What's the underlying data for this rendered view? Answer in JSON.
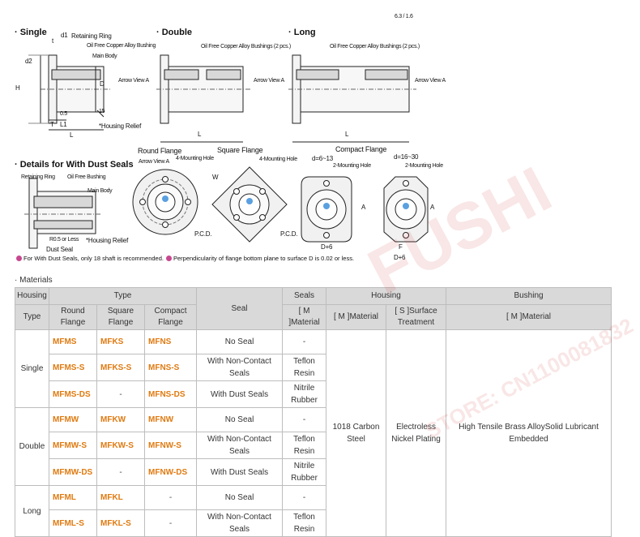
{
  "finish_mark": "6.3 / 1.6",
  "diagrams": {
    "single": {
      "title": "· Single",
      "labels": {
        "d1": "d1",
        "t": "t",
        "retaining_ring": "Retaining Ring",
        "oil_free_bushing": "Oil Free Copper Alloy Bushing",
        "main_body": "Main Body",
        "d2": "d2",
        "H": "H",
        "D": "D",
        "arrow_view_a": "Arrow View A",
        "T": "T",
        "L1": "L1",
        "L": "L",
        "housing_relief": "*Housing Relief",
        "r05": "0.5",
        "l15": "15"
      }
    },
    "double": {
      "title": "· Double",
      "labels": {
        "oil_free_bushings": "Oil Free Copper Alloy Bushings (2 pcs.)",
        "arrow_view_a": "Arrow View A",
        "L": "L"
      }
    },
    "long": {
      "title": "· Long",
      "labels": {
        "oil_free_bushings": "Oil Free Copper Alloy Bushings (2 pcs.)",
        "arrow_view_a": "Arrow View A",
        "L": "L"
      }
    },
    "dust_seal": {
      "title": "· Details for With Dust Seals",
      "labels": {
        "retaining_ring": "Retaining Ring",
        "oil_free_bushing": "Oil Free Bushing",
        "main_body": "Main Body",
        "r05": "R0.5 or Less",
        "dust_seal": "Dust Seal",
        "housing_relief": "*Housing Relief"
      }
    },
    "round_flange": {
      "title": "Round Flange",
      "arrow_view_a": "Arrow View A",
      "mounting_hole": "4-Mounting Hole",
      "pcd": "P.C.D."
    },
    "square_flange": {
      "title": "Square Flange",
      "mounting_hole": "4-Mounting Hole",
      "W": "W",
      "pcd": "P.C.D."
    },
    "compact_flange": {
      "title": "Compact Flange",
      "d_small": "d=6~13",
      "d_large": "d=16~30",
      "mounting_hole": "2-Mounting Hole",
      "A": "A",
      "D6": "D+6",
      "F": "F",
      "D6b": "D+6"
    },
    "notes": {
      "dust_note": "For With Dust Seals, only 18 shaft is recommended.",
      "perp_note": "Perpendicularity of flange bottom plane to surface D is 0.02 or less."
    }
  },
  "materials": {
    "heading": "· Materials",
    "headers": {
      "housing_type": "Housing",
      "type_group": "Type",
      "seals_group": "Seals",
      "housing_group": "Housing",
      "bushing_group": "Bushing",
      "type_sub": "Type",
      "round": "Round Flange",
      "square": "Square Flange",
      "compact": "Compact Flange",
      "seal": "Seal",
      "seal_material": "[ M ]Material",
      "housing_material": "[ M ]Material",
      "surface": "[ S ]Surface Treatment",
      "bushing_material": "[ M ]Material"
    },
    "groups": [
      {
        "type": "Single",
        "rows": [
          {
            "round": "MFMS",
            "square": "MFKS",
            "compact": "MFNS",
            "seal": "No Seal",
            "seal_mat": "-"
          },
          {
            "round": "MFMS-S",
            "square": "MFKS-S",
            "compact": "MFNS-S",
            "seal": "With Non-Contact Seals",
            "seal_mat": "Teflon Resin"
          },
          {
            "round": "MFMS-DS",
            "square": "-",
            "compact": "MFNS-DS",
            "seal": "With Dust Seals",
            "seal_mat": "Nitrile Rubber"
          }
        ]
      },
      {
        "type": "Double",
        "rows": [
          {
            "round": "MFMW",
            "square": "MFKW",
            "compact": "MFNW",
            "seal": "No Seal",
            "seal_mat": "-"
          },
          {
            "round": "MFMW-S",
            "square": "MFKW-S",
            "compact": "MFNW-S",
            "seal": "With Non-Contact Seals",
            "seal_mat": "Teflon Resin"
          },
          {
            "round": "MFMW-DS",
            "square": "-",
            "compact": "MFNW-DS",
            "seal": "With Dust Seals",
            "seal_mat": "Nitrile Rubber"
          }
        ]
      },
      {
        "type": "Long",
        "rows": [
          {
            "round": "MFML",
            "square": "MFKL",
            "compact": "-",
            "seal": "No Seal",
            "seal_mat": "-"
          },
          {
            "round": "MFML-S",
            "square": "MFKL-S",
            "compact": "-",
            "seal": "With Non-Contact Seals",
            "seal_mat": "Teflon Resin"
          }
        ]
      }
    ],
    "housing_material_value": "1018 Carbon Steel",
    "surface_value": "Electroless Nickel Plating",
    "bushing_value": "High Tensile Brass AlloySolid Lubricant Embedded"
  },
  "watermark": {
    "brand": "FUSHI",
    "store": "STORE: CN1100081832"
  }
}
